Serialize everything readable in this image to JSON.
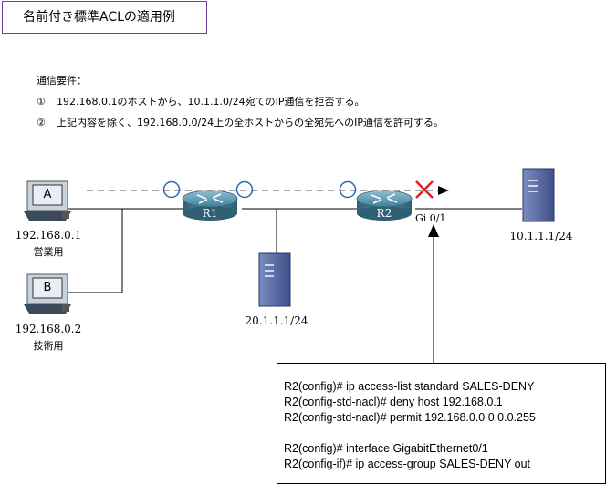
{
  "title": "名前付き標準ACLの適用例",
  "requirements": {
    "heading": "通信要件：",
    "items": [
      {
        "num": "①",
        "text": "192.168.0.1のホストから、10.1.1.0/24宛てのIP通信を拒否する。"
      },
      {
        "num": "②",
        "text": "上記内容を除く、192.168.0.0/24上の全ホストからの全宛先へのIP通信を許可する。"
      }
    ]
  },
  "nodes": {
    "pcA": {
      "letter": "A",
      "ip": "192.168.0.1",
      "role": "営業用"
    },
    "pcB": {
      "letter": "B",
      "ip": "192.168.0.2",
      "role": "技術用"
    },
    "r1": {
      "label": "R1"
    },
    "r2": {
      "label": "R2",
      "interface": "Gi 0/1"
    },
    "server_mid": {
      "ip": "20.1.1.1/24"
    },
    "server_right": {
      "ip": "10.1.1.1/24"
    }
  },
  "config": {
    "lines": [
      "R2(config)# ip access-list standard SALES-DENY",
      "R2(config-std-nacl)# deny host 192.168.0.1",
      "R2(config-std-nacl)# permit 192.168.0.0 0.0.0.255",
      "",
      "R2(config)# interface GigabitEthernet0/1",
      "R2(config-if)# ip access-group SALES-DENY out"
    ]
  },
  "colors": {
    "title_border": "#7a3a9a",
    "router": "#3f7f9a",
    "server": "#5b6fa8",
    "marker_circle": "#2a6bb0",
    "deny_x": "#e02020",
    "flow_dash": "#888888"
  }
}
